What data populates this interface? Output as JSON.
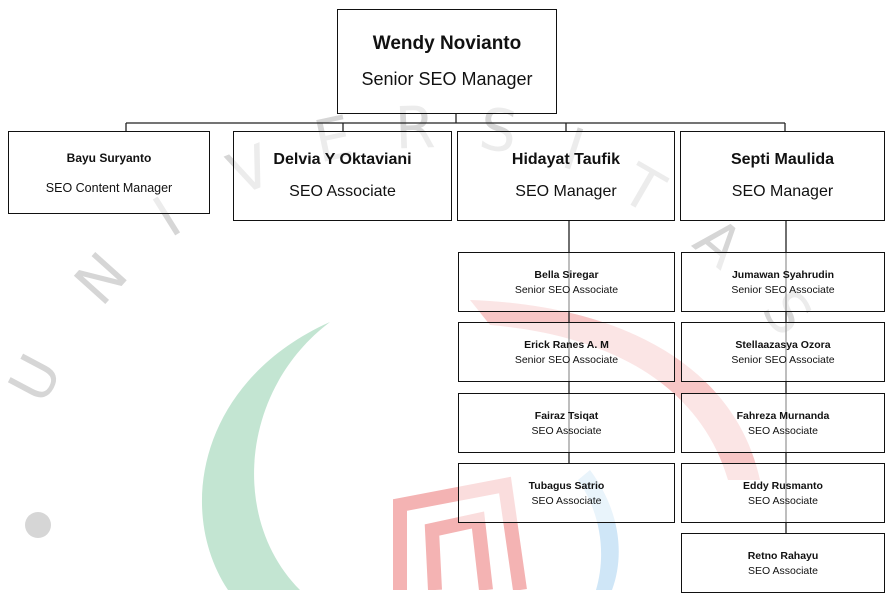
{
  "chart": {
    "root": {
      "name": "Wendy Novianto",
      "role": "Senior SEO Manager"
    },
    "level1": [
      {
        "name": "Bayu Suryanto",
        "role": "SEO Content Manager"
      },
      {
        "name": "Delvia Y Oktaviani",
        "role": "SEO Associate"
      },
      {
        "name": "Hidayat Taufik",
        "role": "SEO Manager"
      },
      {
        "name": "Septi Maulida",
        "role": "SEO Manager"
      }
    ],
    "hidayat_team": [
      {
        "name": "Bella Siregar",
        "role": "Senior SEO Associate"
      },
      {
        "name": "Erick Ranes A. M",
        "role": "Senior SEO Associate"
      },
      {
        "name": "Fairaz Tsiqat",
        "role": "SEO Associate"
      },
      {
        "name": "Tubagus Satrio",
        "role": "SEO Associate"
      }
    ],
    "septi_team": [
      {
        "name": "Jumawan Syahrudin",
        "role": "Senior SEO Associate"
      },
      {
        "name": "Stellaazasya Ozora",
        "role": "Senior SEO Associate"
      },
      {
        "name": "Fahreza Murnanda",
        "role": "SEO Associate"
      },
      {
        "name": "Eddy Rusmanto",
        "role": "SEO Associate"
      },
      {
        "name": "Retno Rahayu",
        "role": "SEO Associate"
      }
    ]
  },
  "watermark": {
    "text": "UNIVERSITAS",
    "letters": [
      "U",
      "N",
      "I",
      "V",
      "E",
      "R",
      "S",
      "I",
      "T",
      "A",
      "S"
    ],
    "colors": {
      "letters": "#d6d6d6",
      "green": "#c3e5d2",
      "red": "#f7c6c6",
      "blue": "#cfe6f7"
    }
  },
  "colors": {
    "border": "#111111",
    "line": "#222222",
    "background": "#ffffff"
  }
}
